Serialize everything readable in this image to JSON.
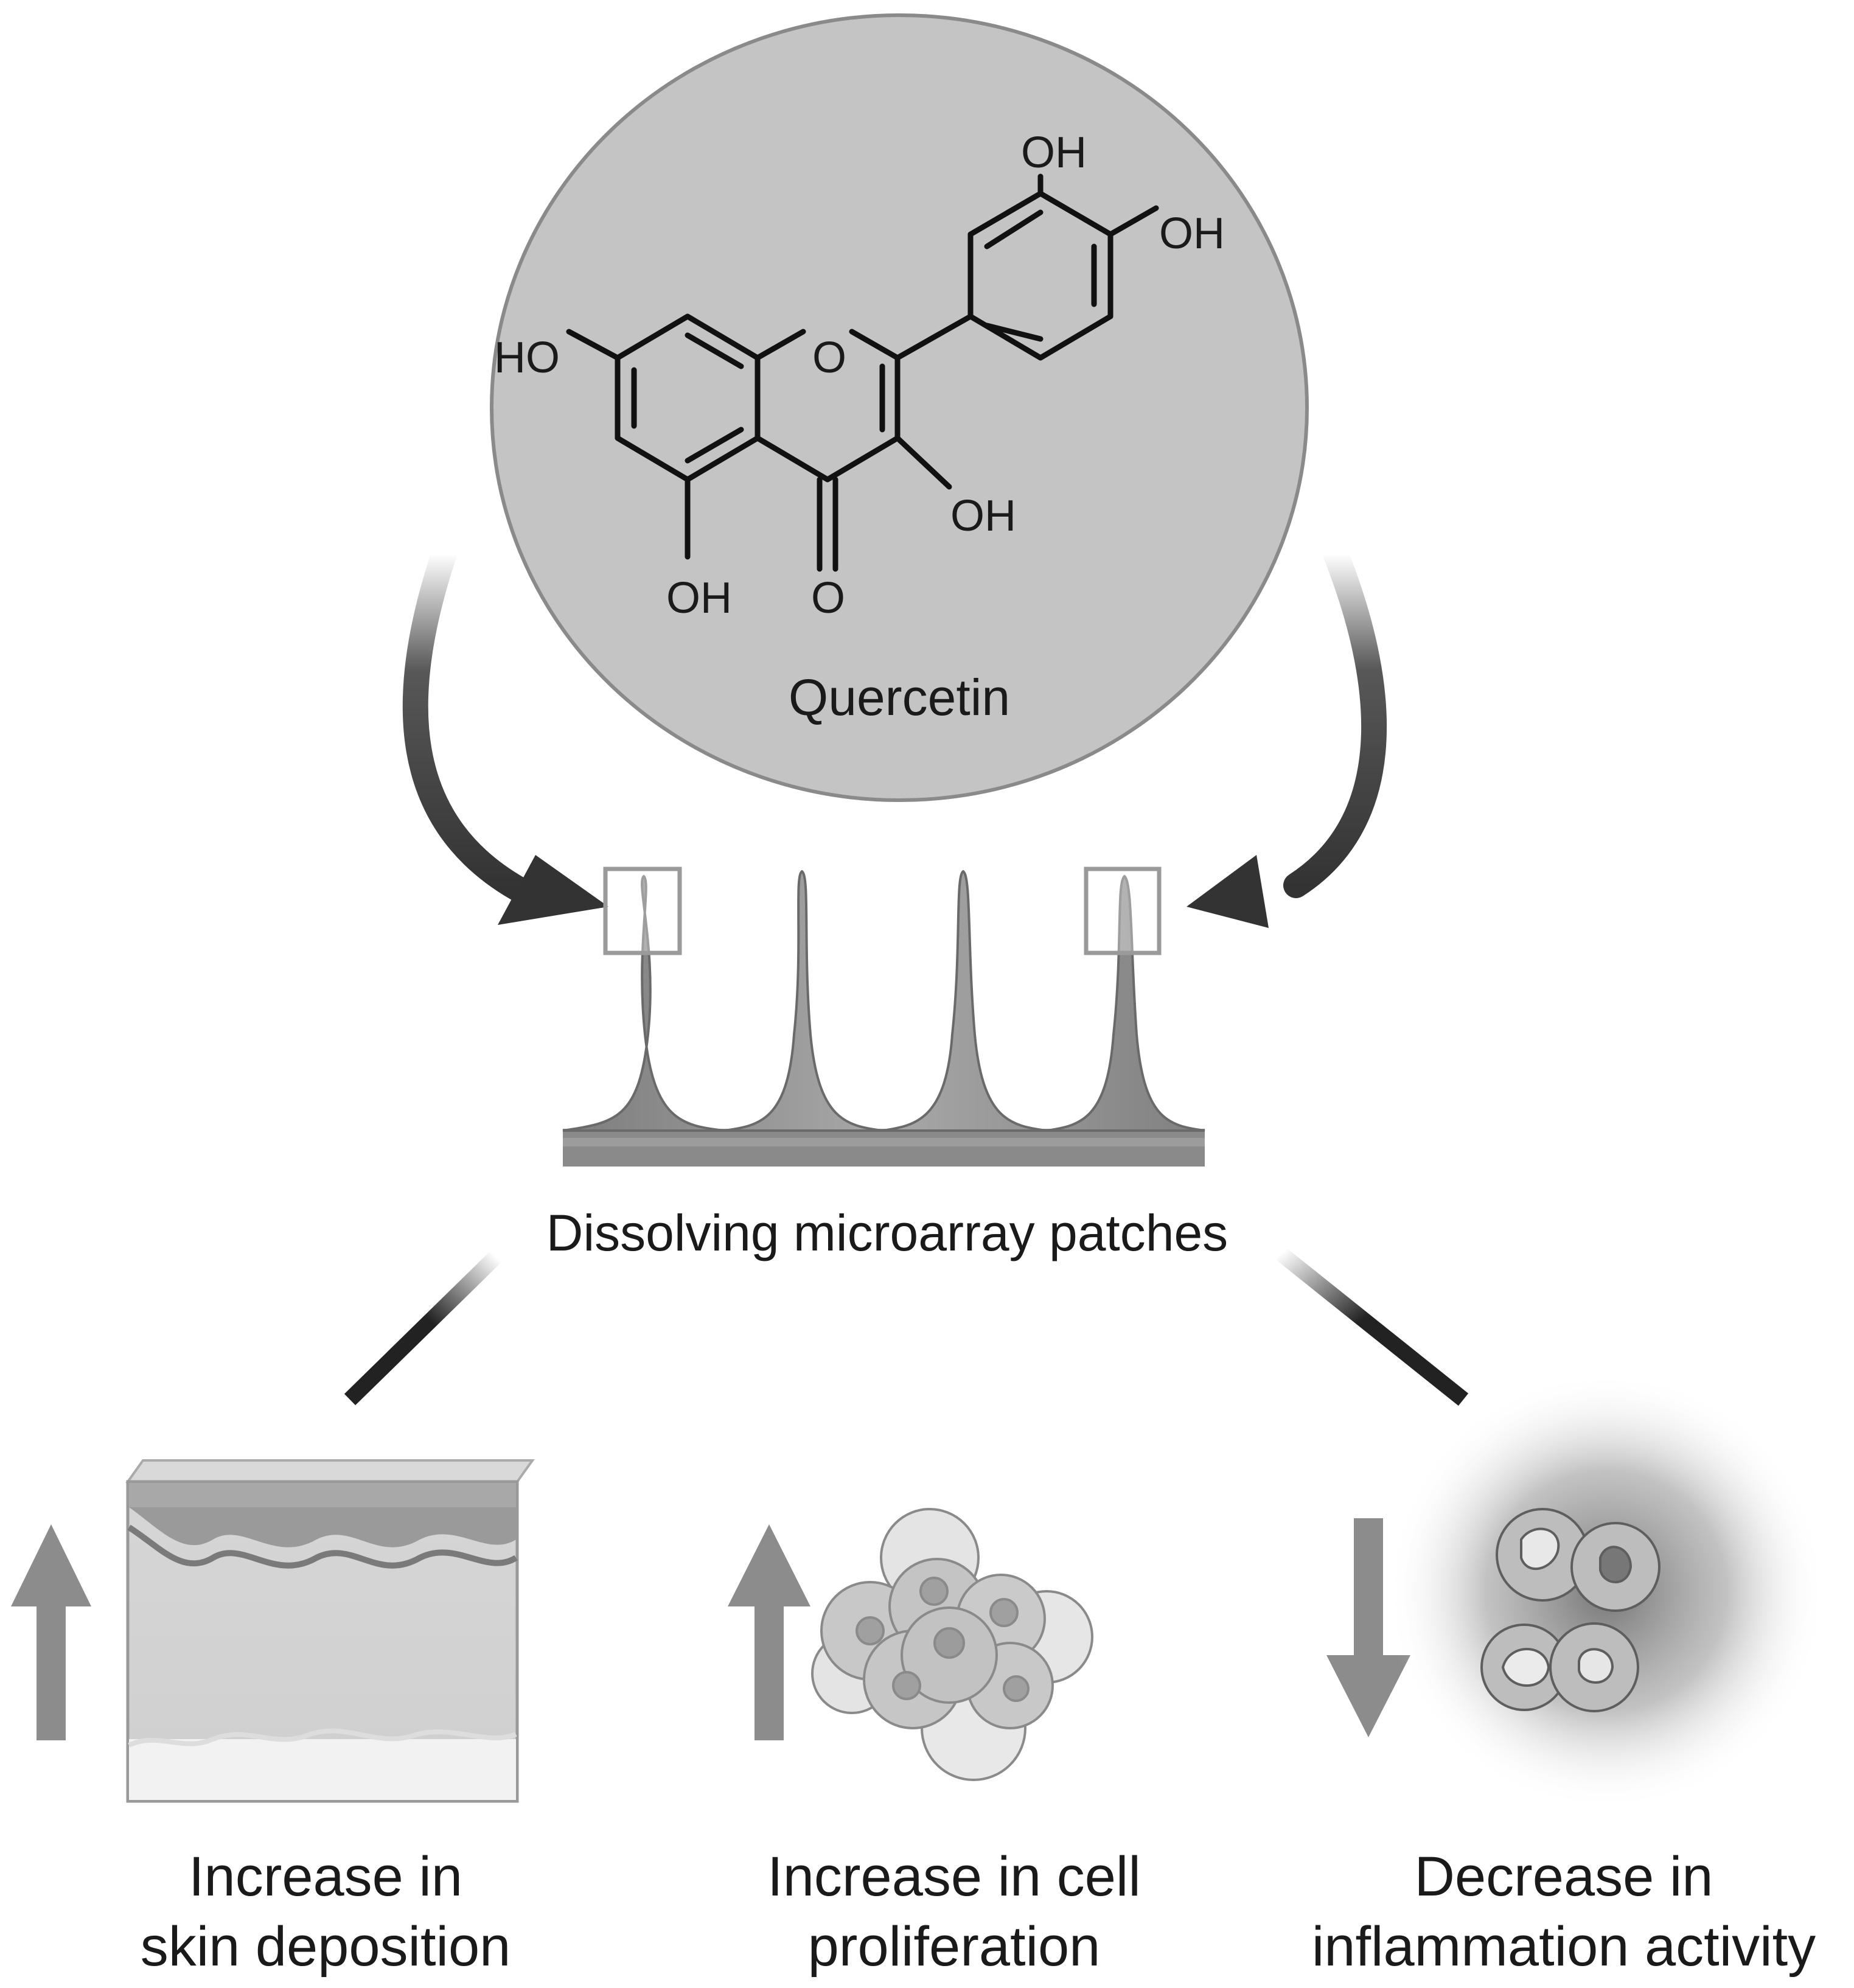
{
  "molecule": {
    "name": "Quercetin",
    "atoms": {
      "oh_top": "OH",
      "oh_right": "OH",
      "ho_left": "HO",
      "o_ring": "O",
      "oh_c3": "OH",
      "oh_c5": "OH",
      "o_keto": "O"
    }
  },
  "patch": {
    "label": "Dissolving microarray patches"
  },
  "outcomes": [
    {
      "line1": "Increase in",
      "line2": "skin deposition",
      "direction": "up"
    },
    {
      "line1": "Increase in cell",
      "line2": "proliferation",
      "direction": "up"
    },
    {
      "line1": "Decrease in",
      "line2": "inflammation activity",
      "direction": "down"
    }
  ],
  "colors": {
    "circle_fill": "#c4c4c4",
    "circle_stroke": "#8a8a8a",
    "arrow_dark": "#3a3a3a",
    "outcome_arrow": "#8c8c8c",
    "text": "#1a1a1a"
  }
}
